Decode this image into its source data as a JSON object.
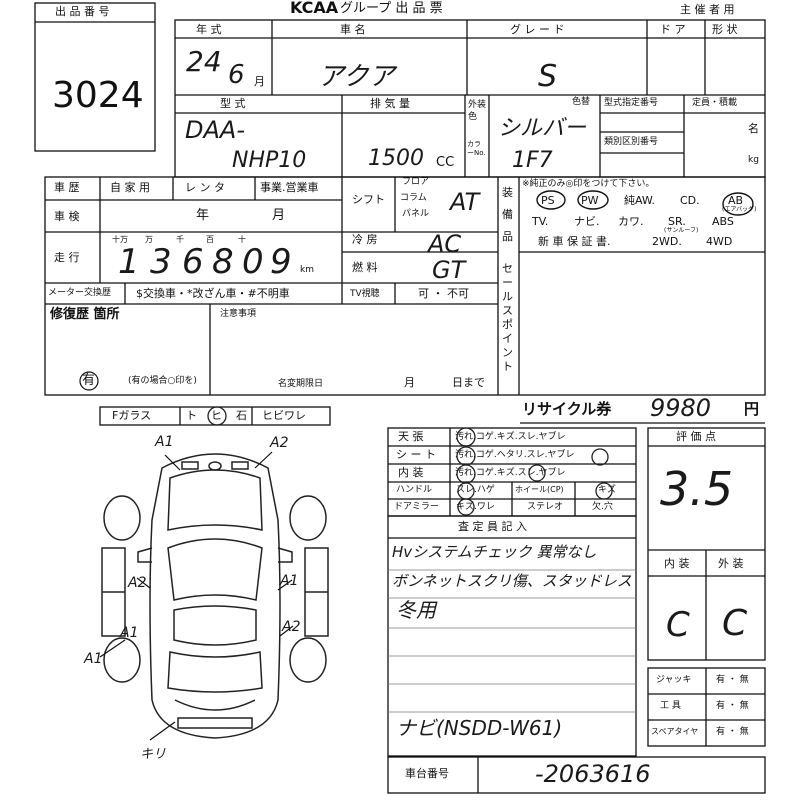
{
  "lot": {
    "label": "出 品 番 号",
    "number": "3024"
  },
  "header": {
    "brand": "KCAA",
    "group": "グループ 出 品 票",
    "organizer": "主 催 者 用"
  },
  "vehicle": {
    "year_label": "年 式",
    "year": "24",
    "month": "6",
    "month_unit": "月",
    "name_label": "車 名",
    "name": "アクア",
    "grade_label": "グ レ ー ド",
    "grade": "S",
    "door_label": "ド ア",
    "shape_label": "形 状",
    "model_label": "型 式",
    "model_prefix": "DAA-",
    "model": "NHP10",
    "engine_label": "排 気 量",
    "engine": "1500",
    "engine_unit": "CC",
    "color_label": "外装色",
    "color_sub": "カラーNo.",
    "color": "シルバー",
    "color_code": "1F7",
    "repaint_label": "色替",
    "type_spec_label": "型式指定番号",
    "class_label": "類別区別番号",
    "capacity_label": "定員・積載",
    "persons_unit": "名",
    "kg_unit": "kg"
  },
  "history": {
    "label": "車 歴",
    "private": "自 家 用",
    "rental": "レ ン タ",
    "business": "事業.営業車",
    "inspection_label": "車 検",
    "year_unit": "年",
    "month_unit": "月",
    "mileage_label": "走 行",
    "digit_labels": [
      "十万",
      "万",
      "千",
      "百",
      "十"
    ],
    "mileage_digits": [
      "1",
      "3",
      "6",
      "8",
      "0",
      "9"
    ],
    "km": "km",
    "meter_label": "メーター交換歴",
    "meter_options": "$交換車・*改ざん車・#不明車"
  },
  "transmission": {
    "shift_label": "シフト",
    "floor": "フロア",
    "column": "コラム",
    "panel": "パネル",
    "value": "AT",
    "ac_label": "冷 房",
    "ac_value": "AC",
    "fuel_label": "燃 料",
    "fuel_value": "GT",
    "tv_label": "TV視聴",
    "tv_options": "可 ・ 不可"
  },
  "equipment": {
    "label": "装備品",
    "note": "※純正のみ◎印をつけて下さい。",
    "row1": [
      "PS",
      "PW",
      "純AW.",
      "CD.",
      "AB"
    ],
    "ab_note": "(エアバッグ)",
    "row2": [
      "TV.",
      "ナビ.",
      "カワ.",
      "SR.",
      "ABS"
    ],
    "sunroof_note": "(サンルーフ)",
    "row3": [
      "新 車 保 証 書.",
      "2WD.",
      "4WD"
    ]
  },
  "sales_point_label": "セールスポイント",
  "repair": {
    "label": "修復歴 箇所",
    "value": "有",
    "note": "(有の場合○印を)",
    "caution_label": "注意事項",
    "deadline_label": "名変期限日",
    "month": "月",
    "day": "日まで"
  },
  "windshield": {
    "label": "Fガラス",
    "t": "ト",
    "hi": "ヒ",
    "stone": "石",
    "crack": "ヒビワレ"
  },
  "recycle": {
    "label": "リサイクル券",
    "amount": "9980",
    "unit": "円"
  },
  "interior_check": {
    "rows": [
      {
        "label": "天 張",
        "options": "汚れ.コゲ.キズ.スレ.ヤブレ"
      },
      {
        "label": "シ ー ト",
        "options": "汚れ.コゲ.ヘタリ.スレ.ヤブレ"
      },
      {
        "label": "内 装",
        "options": "汚れ.コゲ.キズ.スレ.ヤブレ"
      }
    ],
    "handle_label": "ハンドル",
    "handle_options": "スレ.ハゲ",
    "wheel_label": "ホイール(CP)",
    "wheel_options": "キズ",
    "mirror_label": "ドアミラー",
    "mirror_options": "キズ.ワレ",
    "stereo_label": "ステレオ",
    "stereo_options": "欠.穴"
  },
  "inspector": {
    "label": "査 定 員 記 入",
    "lines": [
      "Hvシステムチェック 異常なし",
      "ボンネットスクリ傷、スタッドレス",
      "冬用"
    ],
    "nav": "ナビ(NSDD-W61)"
  },
  "score": {
    "label": "評 価 点",
    "overall": "3.5",
    "interior_label": "内 装",
    "exterior_label": "外 装",
    "interior": "C",
    "exterior": "C"
  },
  "accessories": [
    {
      "label": "ジャッキ",
      "options": "有 ・ 無"
    },
    {
      "label": "工 具",
      "options": "有 ・ 無"
    },
    {
      "label": "スペアタイヤ",
      "options": "有 ・ 無"
    }
  ],
  "chassis": {
    "label": "車台番号",
    "value": "-2063616"
  },
  "damage_marks": [
    "A1",
    "A2",
    "A2",
    "A1",
    "A2",
    "A1",
    "A1",
    "キリ"
  ]
}
